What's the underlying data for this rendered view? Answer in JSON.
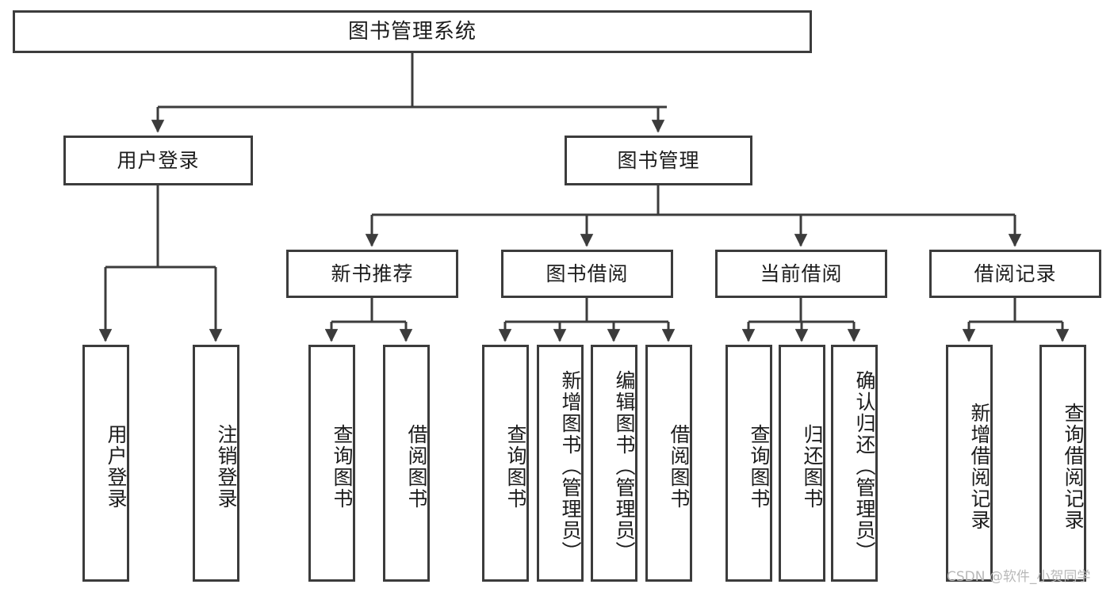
{
  "diagram": {
    "title": "图书管理系统",
    "type": "tree-hierarchy-diagram",
    "colors": {
      "background": "#ffffff",
      "border": "#3c3c3c",
      "text": "#1c1c1c",
      "connector": "#3c3c3c",
      "watermark": "#b8b8b8"
    },
    "root": {
      "label": "图书管理系统"
    },
    "level2": [
      {
        "label": "用户登录"
      },
      {
        "label": "图书管理"
      }
    ],
    "level3": [
      {
        "label": "新书推荐"
      },
      {
        "label": "图书借阅"
      },
      {
        "label": "当前借阅"
      },
      {
        "label": "借阅记录"
      }
    ],
    "leaves": {
      "user_login": [
        {
          "label": "用户登录"
        },
        {
          "label": "注销登录"
        }
      ],
      "new_book_recommend": [
        {
          "label": "查询图书"
        },
        {
          "label": "借阅图书"
        }
      ],
      "book_borrow": [
        {
          "label": "查询图书"
        },
        {
          "label": "新增图书（管理员）"
        },
        {
          "label": "编辑图书（管理员）"
        },
        {
          "label": "借阅图书"
        }
      ],
      "current_borrow": [
        {
          "label": "查询图书"
        },
        {
          "label": "归还图书"
        },
        {
          "label": "确认归还（管理员）"
        }
      ],
      "borrow_record": [
        {
          "label": "新增借阅记录"
        },
        {
          "label": "查询借阅记录"
        }
      ]
    },
    "watermark": "CSDN @软件_小贺同学"
  }
}
